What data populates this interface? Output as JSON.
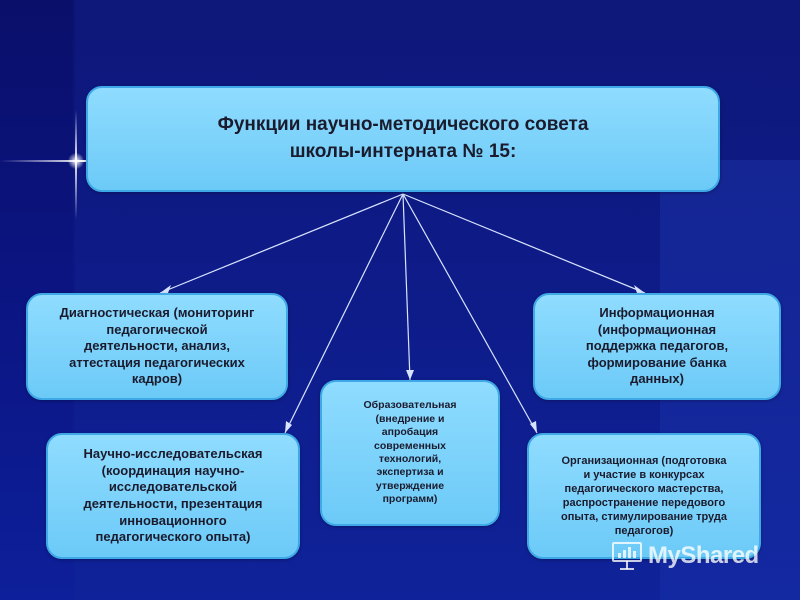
{
  "title": {
    "line1": "Функции научно-методического совета",
    "line2": "школы-интерната № 15:"
  },
  "functions": {
    "diagnostic": [
      "Диагностическая (мониторинг",
      "педагогической",
      "деятельности, анализ,",
      "аттестация педагогических",
      "кадров)"
    ],
    "informational": [
      "Информационная",
      "(информационная",
      "поддержка педагогов,",
      "формирование банка",
      "данных)"
    ],
    "educational": [
      "Образовательная",
      "(внедрение и",
      "апробация",
      "современных",
      "технологий,",
      "экспертиза и",
      "утверждение",
      "программ)"
    ],
    "research": [
      "Научно-исследовательская",
      "(координация научно-",
      "исследовательской",
      "деятельности, презентация",
      "инновационного",
      "педагогического опыта)"
    ],
    "organizational": [
      "Организационная (подготовка",
      "и участие в конкурсах",
      "педагогического мастерства,",
      "распространение передового",
      "опыта, стимулирование труда",
      "педагогов)"
    ]
  },
  "watermark": {
    "text": "MyShared"
  }
}
